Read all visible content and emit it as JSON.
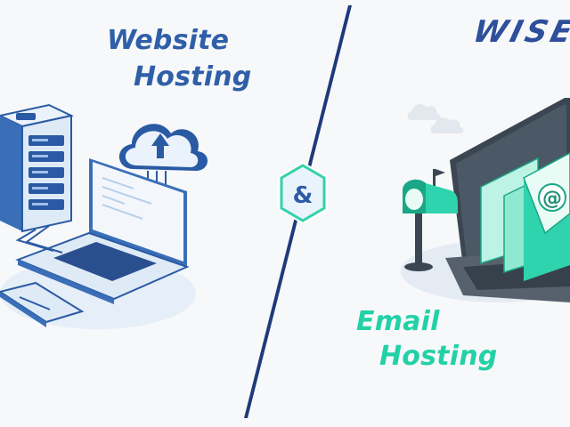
{
  "header": {
    "logo_text": "WISE"
  },
  "left_panel": {
    "title_line1": "Website",
    "title_line2": "Hosting"
  },
  "center_badge": {
    "symbol": "&"
  },
  "right_panel": {
    "title_line1": "Email",
    "title_line2": "Hosting"
  },
  "colors": {
    "background": "#f7f8fa",
    "website_title": "#2f5fa8",
    "email_title": "#23d1a7",
    "divider": "#1f3a7a",
    "logo": "#2e4f9a",
    "email_accent": "#2fd3ad"
  },
  "icons": [
    "server-rack-icon",
    "cloud-upload-icon",
    "laptop-icon",
    "phone-icon",
    "mailbox-icon",
    "envelope-icon",
    "at-sign-icon",
    "cloud-icon"
  ]
}
